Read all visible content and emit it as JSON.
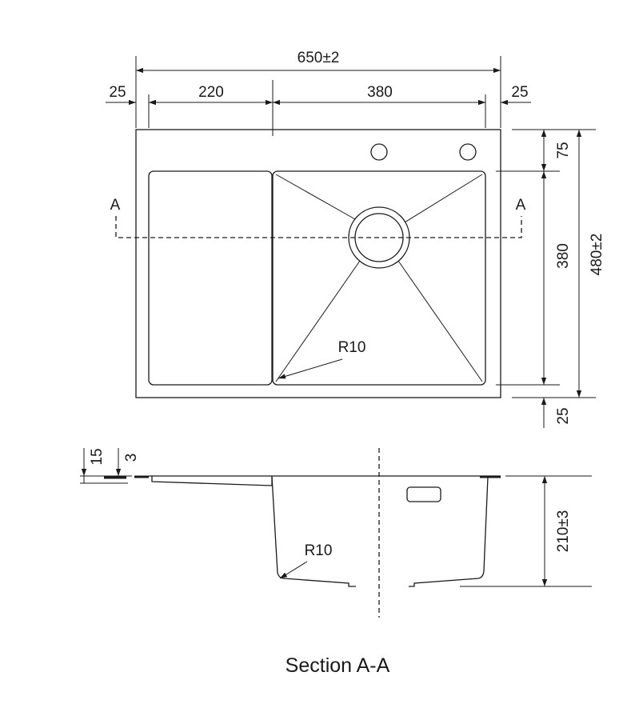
{
  "plan_view": {
    "overall_width": "650±2",
    "left_margin": "25",
    "drainboard_width": "220",
    "bowl_width": "380",
    "right_margin": "25",
    "top_margin": "75",
    "bowl_length": "380",
    "overall_length": "480±2",
    "bottom_margin": "25",
    "corner_radius": "R10",
    "section_marker_left": "A",
    "section_marker_right": "A"
  },
  "section_view": {
    "flange_height": "15",
    "sheet_thickness": "3",
    "depth": "210±3",
    "corner_radius": "R10",
    "title": "Section A-A"
  }
}
